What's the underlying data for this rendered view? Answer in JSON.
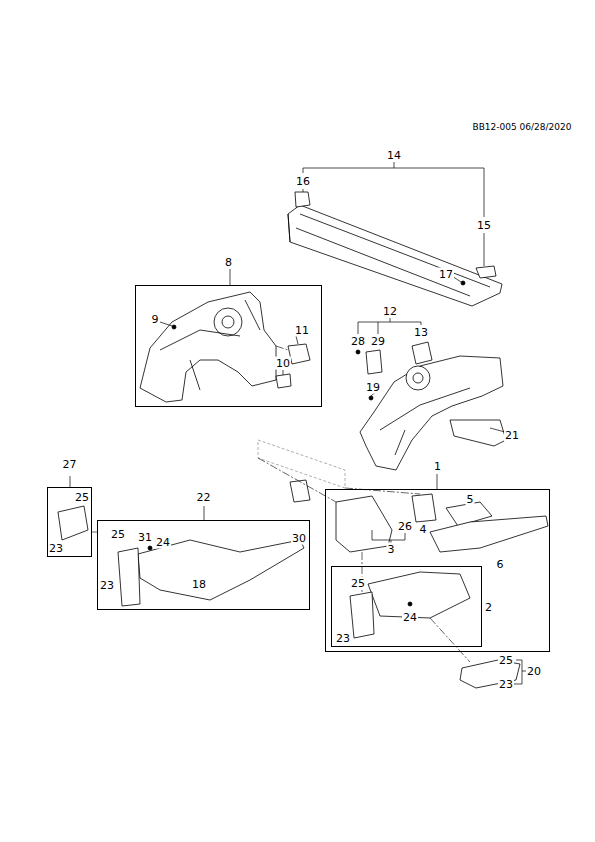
{
  "diagram": {
    "nodes": [
      {
        "text": [
          "8"
        ]
      },
      {
        "text": [
          "1"
        ]
      },
      {
        "text": [
          "2"
        ],
        "in": 1
      },
      {
        "text": [
          "22"
        ]
      },
      {
        "text": [
          "27"
        ]
      }
    ],
    "edges": [
      {
        "from": 4,
        "to": 3,
        "arrow": "none"
      }
    ],
    "labels": [
      "BB12-005 06/28/2020",
      "14",
      "16",
      "15",
      "17",
      "12",
      "28",
      "29",
      "13",
      "19",
      "21",
      "9",
      "11",
      "10",
      "30",
      "26",
      "4",
      "5",
      "3",
      "6",
      "25",
      "24",
      "23",
      "25",
      "23",
      "25",
      "31",
      "24",
      "23",
      "18",
      "25",
      "20",
      "23"
    ]
  }
}
